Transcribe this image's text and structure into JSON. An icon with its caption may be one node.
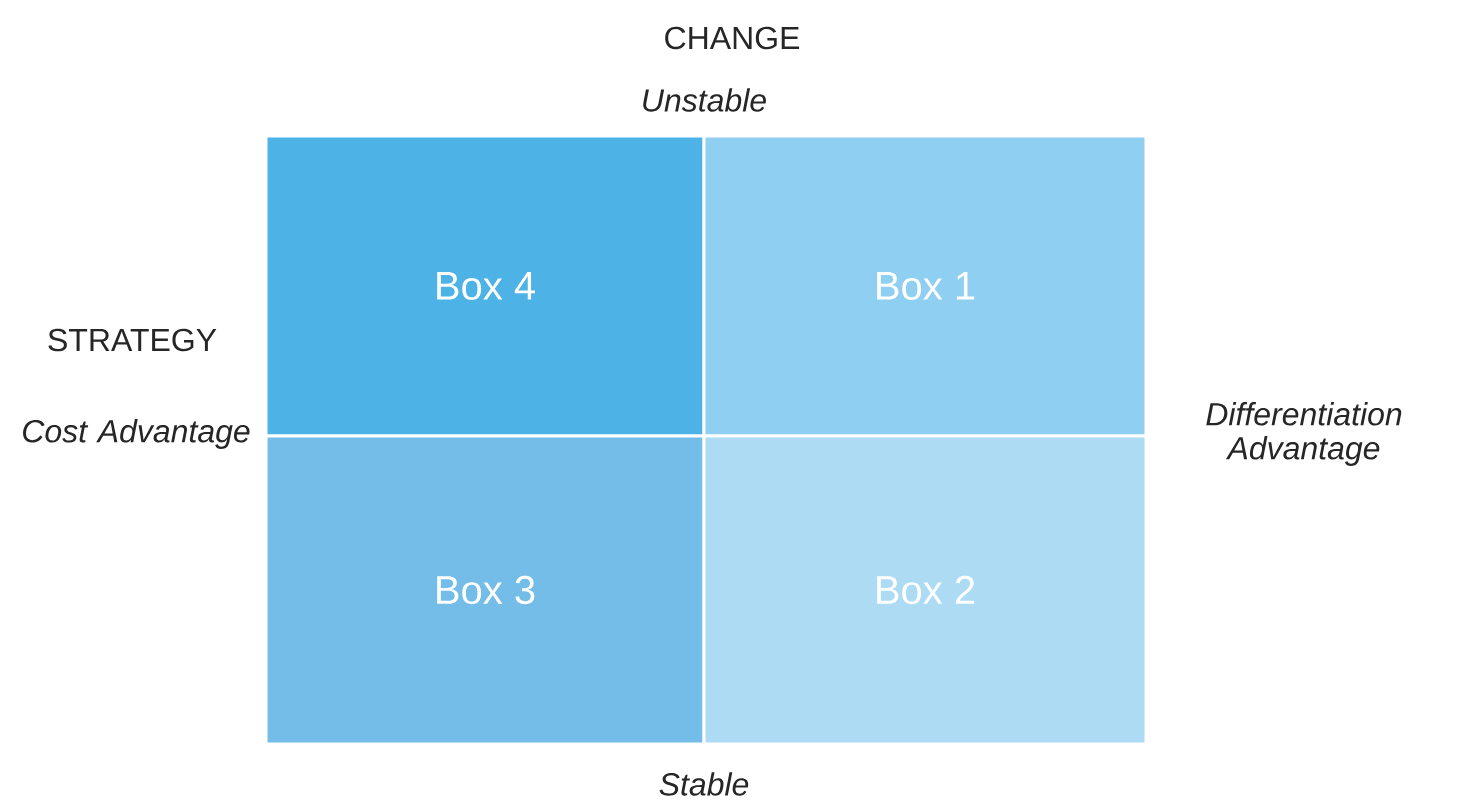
{
  "diagram": {
    "nodes": [
      {
        "text": [
          "Box 4"
        ]
      },
      {
        "text": [
          "Box 1"
        ]
      },
      {
        "text": [
          "Box 3"
        ]
      },
      {
        "text": [
          "Box 2"
        ]
      }
    ],
    "labels": [
      "CHANGE",
      "Unstable",
      "STRATEGY",
      "Cost Advantage",
      "Differentiation Advantage",
      "Stable"
    ]
  }
}
